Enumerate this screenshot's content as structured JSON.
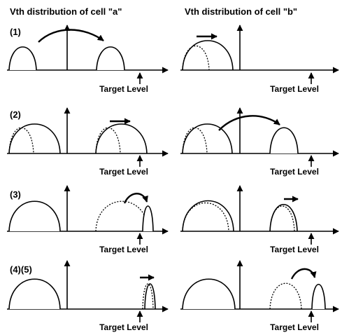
{
  "titles": {
    "cell_a": "Vth distribution of cell \"a\"",
    "cell_b": "Vth distribution of cell \"b\""
  },
  "rows": [
    {
      "label": "(1)",
      "target_a": "Target Level",
      "target_b": "Target Level"
    },
    {
      "label": "(2)",
      "target_a": "Target Level",
      "target_b": "Target Level"
    },
    {
      "label": "(3)",
      "target_a": "Target Level",
      "target_b": "Target Level"
    },
    {
      "label": "(4)(5)",
      "target_a": "Target Level",
      "target_b": "Target Level"
    }
  ]
}
